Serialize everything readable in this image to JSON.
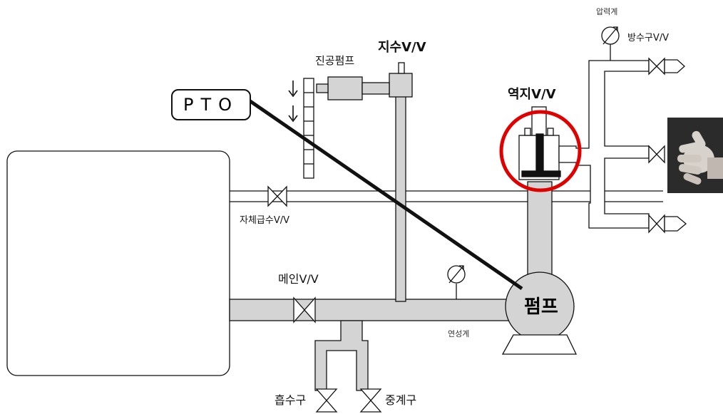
{
  "pto_label": "PTO",
  "labels": {
    "vacuum_pump": "진공펌프",
    "water_stop_valve": "지수V/V",
    "check_valve": "역지V/V",
    "pressure_gauge": "압력계",
    "discharge_valve": "방수구V/V",
    "self_supply_valve": "자체급수V/V",
    "main_valve": "메인V/V",
    "compound_gauge": "연성계",
    "pump": "펌프",
    "suction_inlet": "흡수구",
    "relay_port": "중계구"
  },
  "colors": {
    "line": "#111111",
    "pipe": "#d4d4d4",
    "highlight": "#e00000"
  }
}
